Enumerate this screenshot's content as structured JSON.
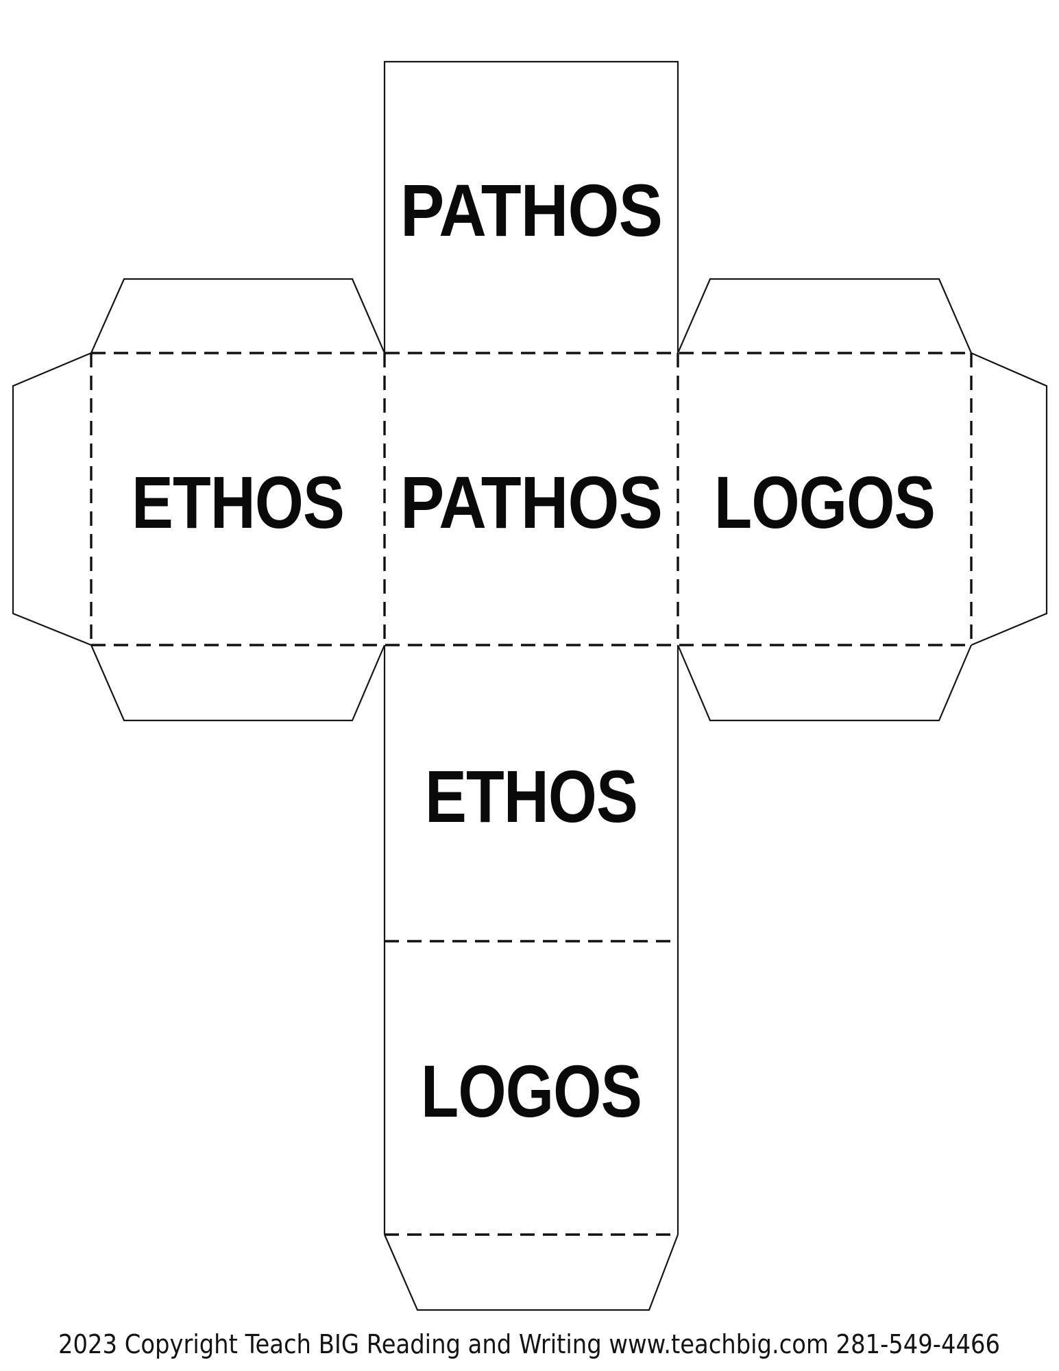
{
  "page": {
    "background": "#ffffff",
    "line_color": "#161616",
    "text_color": "#0a0a0a"
  },
  "cube_net": {
    "faces": [
      {
        "position": "top",
        "label": "PATHOS"
      },
      {
        "position": "middle-left",
        "label": "ETHOS"
      },
      {
        "position": "middle-center",
        "label": "PATHOS"
      },
      {
        "position": "middle-right",
        "label": "LOGOS"
      },
      {
        "position": "lower-center",
        "label": "ETHOS"
      },
      {
        "position": "bottom-center",
        "label": "LOGOS"
      }
    ]
  },
  "footer": {
    "copyright": "2023 Copyright Teach BIG Reading and Writing www.teachbig.com 281-549-4466"
  }
}
